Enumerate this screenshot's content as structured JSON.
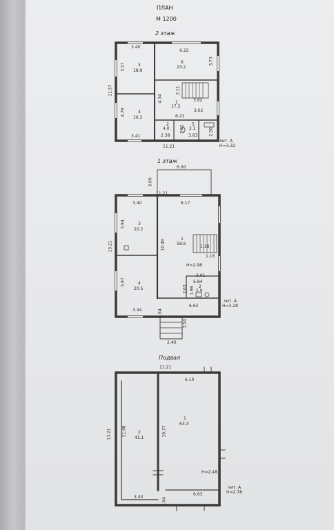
{
  "header": {
    "title": "ПЛАН",
    "scale": "М 1200"
  },
  "floor2": {
    "title": "2 этаж",
    "dims": {
      "top_left": "3.40",
      "top_right": "6.22",
      "left_total": "11.57",
      "left_upper": "5.57",
      "left_lower": "4.79",
      "bottom_left": "3.41",
      "bottom_total": "11.21",
      "r_upper": "3.73",
      "stair_v": "2.11",
      "stair_w": "3.62",
      "hall_w": "3.02",
      "mid_w": "6.21",
      "wc_v": "4.34",
      "small1": "2.38",
      "small2": "3.63",
      "small3": "2.42",
      "small4": "2.50"
    },
    "rooms": [
      {
        "num": "3",
        "area": "18.9"
      },
      {
        "num": "4",
        "area": "16.3"
      },
      {
        "num": "6",
        "area": "23.2"
      },
      {
        "num": "1",
        "area": "17.3"
      },
      {
        "num": "2",
        "area": "4.0"
      },
      {
        "num": "5",
        "area": "2.1"
      }
    ],
    "lit": "лит. А",
    "height": "H=3.32"
  },
  "floor1": {
    "title": "1 этаж",
    "dims": {
      "porch_w": "6.00",
      "porch_h": "3.00",
      "top_total": "11.21",
      "top_left": "3.40",
      "top_right": "6.17",
      "left_total": "13.21",
      "left_upper": "5.94",
      "left_lower": "5.97",
      "bottom_left": "3.44",
      "bottom_right": "6.63",
      "mid_v": "10.49",
      "stair_w": "1.16",
      "stair_d": "1.18",
      "bath_w": "3.01",
      "bath_v": "2.03",
      "bath_v2": "1.98",
      "entry_w": "1.64",
      "steps_l": "3.54",
      "steps_w": "2.40"
    },
    "rooms": [
      {
        "num": "3",
        "area": "20.2"
      },
      {
        "num": "1",
        "area": "58.6"
      },
      {
        "num": "4",
        "area": "20.5"
      },
      {
        "num": "2",
        "area": "5.9"
      },
      {
        "num": "",
        "area": "6.84"
      }
    ],
    "lit": "лит. А",
    "height": "H=3.28",
    "inner_height": "H=2.98"
  },
  "basement": {
    "title": "Подвал",
    "dims": {
      "top_total": "11.21",
      "top_right": "6.10",
      "left_total": "13.21",
      "left_inner": "11.98",
      "mid_v": "10.37",
      "bottom_left": "3.43",
      "bottom_right": "6.63",
      "entry_w": "1.64"
    },
    "rooms": [
      {
        "num": "2",
        "area": "41.1"
      },
      {
        "num": "1",
        "area": "63.3"
      }
    ],
    "lit": "лит. А",
    "height": "H=2.78",
    "inner_height": "H=2.48"
  }
}
